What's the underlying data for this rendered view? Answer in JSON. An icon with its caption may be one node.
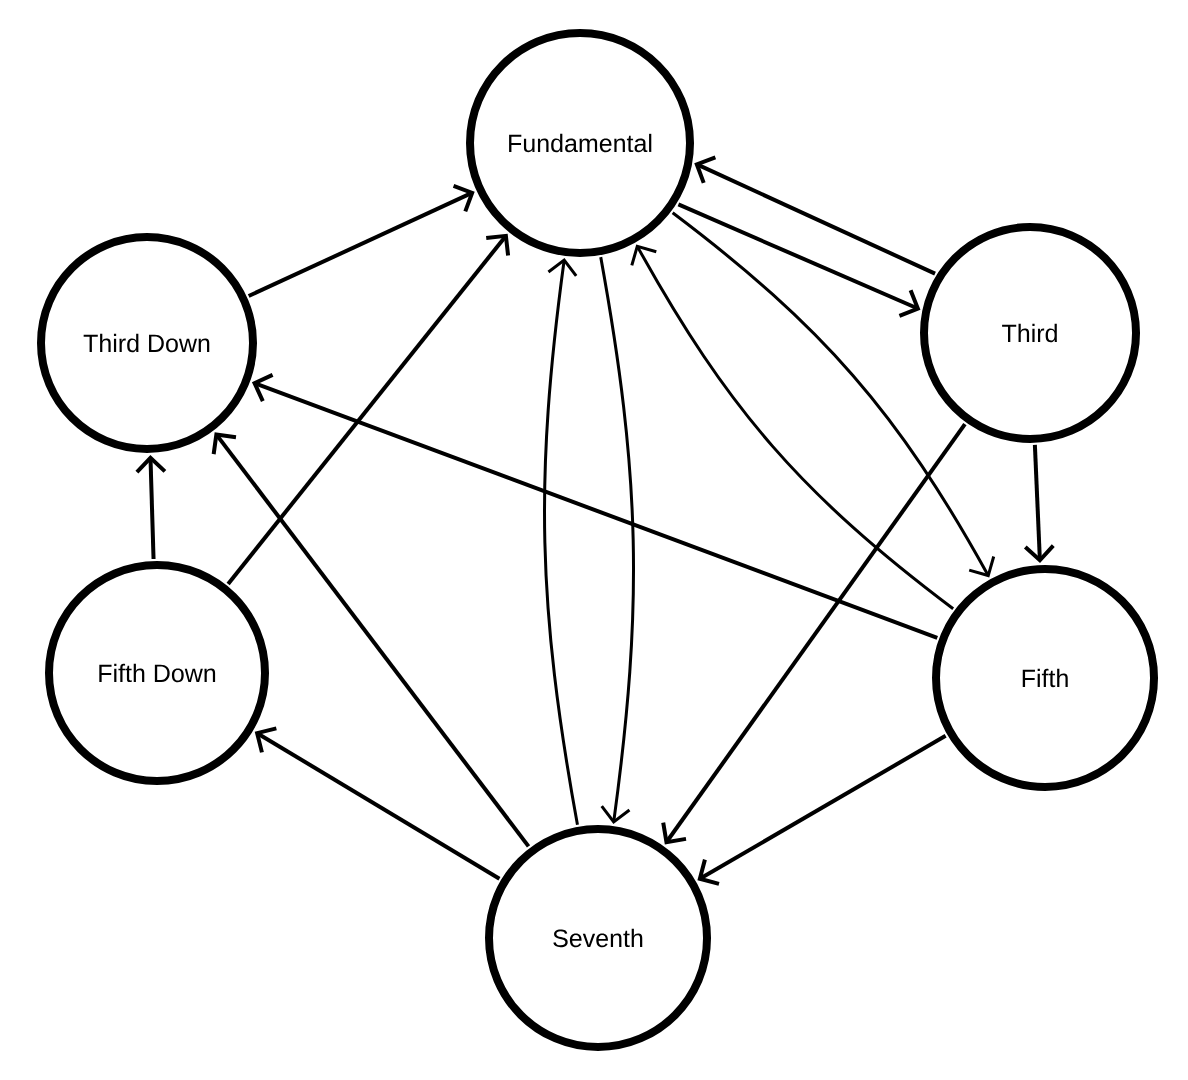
{
  "diagram": {
    "nodes": [
      {
        "text": [
          "Fundamental"
        ]
      },
      {
        "text": [
          "Third"
        ]
      },
      {
        "text": [
          "Third Down"
        ]
      },
      {
        "text": [
          "Fifth Down"
        ]
      },
      {
        "text": [
          "Fifth"
        ]
      },
      {
        "text": [
          "Seventh"
        ]
      }
    ],
    "edges": [
      {
        "from": 2,
        "to": 0,
        "arrow": "to"
      },
      {
        "from": 0,
        "to": 1,
        "arrow": "to"
      },
      {
        "from": 1,
        "to": 0,
        "arrow": "to"
      },
      {
        "from": 0,
        "to": 4,
        "arrow": "to"
      },
      {
        "from": 4,
        "to": 0,
        "arrow": "to"
      },
      {
        "from": 1,
        "to": 4,
        "arrow": "to"
      },
      {
        "from": 1,
        "to": 5,
        "arrow": "to"
      },
      {
        "from": 4,
        "to": 2,
        "arrow": "to"
      },
      {
        "from": 4,
        "to": 5,
        "arrow": "to"
      },
      {
        "from": 5,
        "to": 0,
        "arrow": "to"
      },
      {
        "from": 0,
        "to": 5,
        "arrow": "to"
      },
      {
        "from": 5,
        "to": 2,
        "arrow": "to"
      },
      {
        "from": 5,
        "to": 3,
        "arrow": "to"
      },
      {
        "from": 3,
        "to": 2,
        "arrow": "to"
      },
      {
        "from": 3,
        "to": 0,
        "arrow": "to"
      }
    ]
  }
}
